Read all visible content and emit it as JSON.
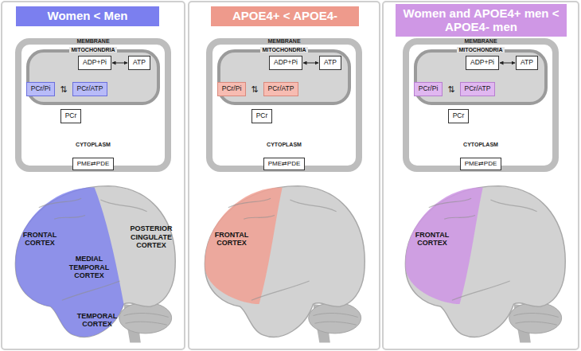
{
  "diagram": {
    "nodes": [
      {
        "text": [
          "Women < Men"
        ]
      },
      {
        "text": [
          "MEMBRANE",
          "CYTOPLASM"
        ]
      },
      {
        "text": [
          "MITOCHONDRIA"
        ],
        "in": 1
      },
      {
        "text": [
          "ADP+Pi"
        ],
        "in": 2
      },
      {
        "text": [
          "ATP"
        ],
        "in": 2
      },
      {
        "text": [
          "PCr/Pi"
        ],
        "in": 2
      },
      {
        "text": [
          "PCr/ATP"
        ],
        "in": 2
      },
      {
        "text": [
          "PCr"
        ],
        "in": 1
      },
      {
        "text": [
          "PME⇄PDE"
        ],
        "in": 1
      },
      {
        "text": [
          "APOE4+ < APOE4-"
        ]
      },
      {
        "text": [
          "MEMBRANE",
          "CYTOPLASM"
        ]
      },
      {
        "text": [
          "MITOCHONDRIA"
        ],
        "in": 10
      },
      {
        "text": [
          "ADP+Pi"
        ],
        "in": 11
      },
      {
        "text": [
          "ATP"
        ],
        "in": 11
      },
      {
        "text": [
          "PCr/Pi"
        ],
        "in": 11
      },
      {
        "text": [
          "PCr/ATP"
        ],
        "in": 11
      },
      {
        "text": [
          "PCr"
        ],
        "in": 10
      },
      {
        "text": [
          "PME⇄PDE"
        ],
        "in": 10
      },
      {
        "text": [
          "Women and APOE4+ men < APOE4- men"
        ]
      },
      {
        "text": [
          "MEMBRANE",
          "CYTOPLASM"
        ]
      },
      {
        "text": [
          "MITOCHONDRIA"
        ],
        "in": 19
      },
      {
        "text": [
          "ADP+Pi"
        ],
        "in": 20
      },
      {
        "text": [
          "ATP"
        ],
        "in": 20
      },
      {
        "text": [
          "PCr/Pi"
        ],
        "in": 20
      },
      {
        "text": [
          "PCr/ATP"
        ],
        "in": 20
      },
      {
        "text": [
          "PCr"
        ],
        "in": 19
      },
      {
        "text": [
          "PME⇄PDE"
        ],
        "in": 19
      }
    ],
    "edges": [
      {
        "from": 3,
        "to": 4,
        "arrow": "both"
      },
      {
        "from": 12,
        "to": 13,
        "arrow": "both"
      },
      {
        "from": 21,
        "to": 22,
        "arrow": "both"
      }
    ],
    "labels": [
      "⇅",
      "FRONTAL CORTEX",
      "MEDIAL TEMPORAL CORTEX",
      "POSTERIOR CINGULATE CORTEX",
      "TEMPORAL CORTEX",
      "⇅",
      "FRONTAL CORTEX",
      "⇅",
      "FRONTAL CORTEX"
    ]
  }
}
